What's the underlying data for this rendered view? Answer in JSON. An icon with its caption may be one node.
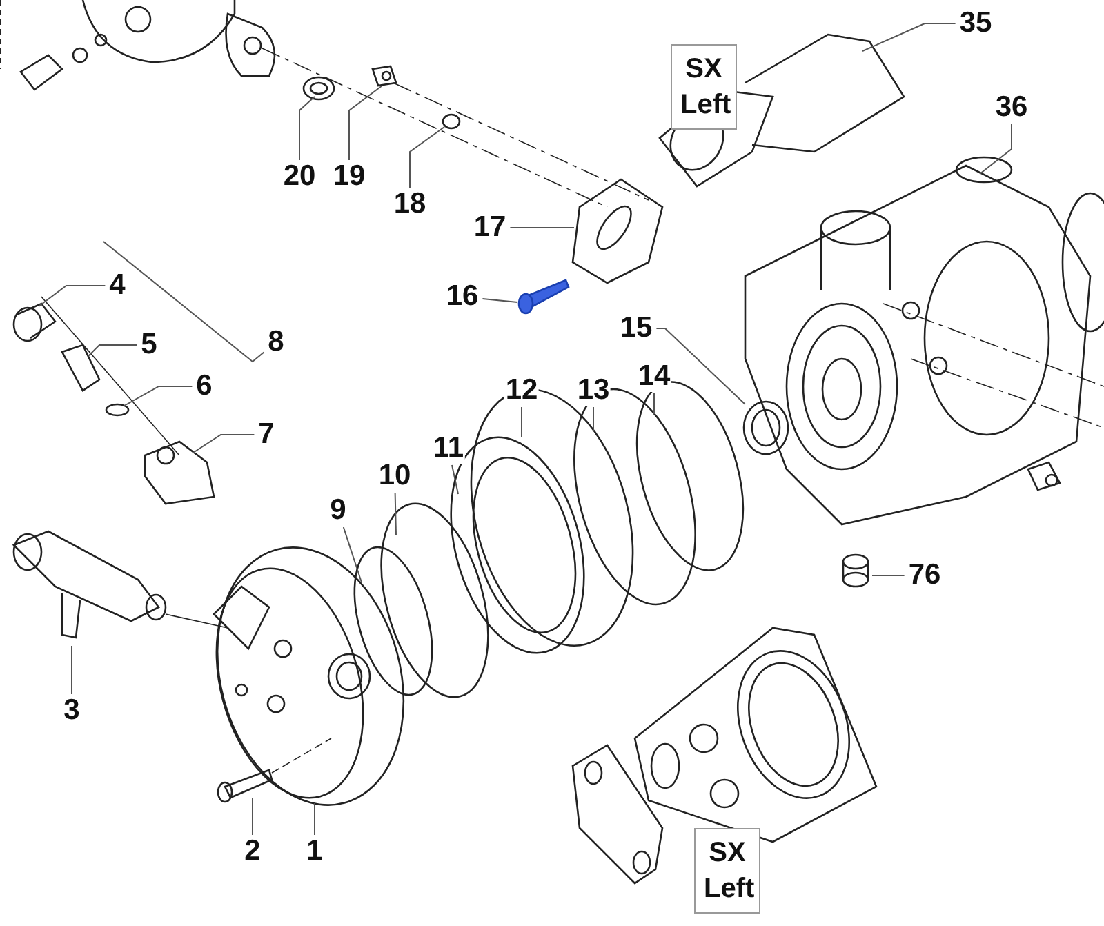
{
  "diagram": {
    "nodes": [
      {
        "text": [
          "SX Left"
        ]
      },
      {
        "text": [
          "35"
        ]
      },
      {
        "text": [
          "20"
        ]
      },
      {
        "text": [
          "19"
        ]
      },
      {
        "text": [
          "36"
        ]
      },
      {
        "text": [
          "18"
        ]
      },
      {
        "text": [
          "17"
        ]
      },
      {
        "text": [
          "4"
        ]
      },
      {
        "text": [
          "16"
        ]
      },
      {
        "text": [
          "15"
        ]
      },
      {
        "text": [
          "8"
        ]
      },
      {
        "text": [
          "5"
        ]
      },
      {
        "text": [
          "6"
        ]
      },
      {
        "text": [
          "12"
        ]
      },
      {
        "text": [
          "13"
        ]
      },
      {
        "text": [
          "14"
        ]
      },
      {
        "text": [
          "7"
        ]
      },
      {
        "text": [
          "11"
        ]
      },
      {
        "text": [
          "10"
        ]
      },
      {
        "text": [
          "9"
        ]
      },
      {
        "text": [
          "76"
        ]
      },
      {
        "text": [
          "3"
        ]
      },
      {
        "text": [
          "2"
        ]
      },
      {
        "text": [
          "1"
        ]
      },
      {
        "text": [
          "SX Left"
        ]
      }
    ],
    "edges": [
      {
        "from": 1,
        "to": null,
        "arrow": "none"
      },
      {
        "from": 2,
        "to": null,
        "arrow": "none"
      },
      {
        "from": 3,
        "to": null,
        "arrow": "none"
      },
      {
        "from": 4,
        "to": null,
        "arrow": "none"
      },
      {
        "from": 5,
        "to": null,
        "arrow": "none"
      },
      {
        "from": 6,
        "to": null,
        "arrow": "none"
      },
      {
        "from": 7,
        "to": null,
        "arrow": "none"
      },
      {
        "from": 8,
        "to": null,
        "arrow": "none"
      },
      {
        "from": 9,
        "to": null,
        "arrow": "none"
      },
      {
        "from": 10,
        "to": null,
        "arrow": "none"
      },
      {
        "from": 11,
        "to": null,
        "arrow": "none"
      },
      {
        "from": 12,
        "to": null,
        "arrow": "none"
      },
      {
        "from": 13,
        "to": null,
        "arrow": "none"
      },
      {
        "from": 14,
        "to": null,
        "arrow": "none"
      },
      {
        "from": 15,
        "to": null,
        "arrow": "none"
      },
      {
        "from": 16,
        "to": null,
        "arrow": "none"
      },
      {
        "from": 17,
        "to": null,
        "arrow": "none"
      },
      {
        "from": 18,
        "to": null,
        "arrow": "none"
      },
      {
        "from": 19,
        "to": null,
        "arrow": "none"
      },
      {
        "from": 20,
        "to": null,
        "arrow": "none"
      },
      {
        "from": 21,
        "to": null,
        "arrow": "none"
      },
      {
        "from": 22,
        "to": null,
        "arrow": "none"
      },
      {
        "from": 23,
        "to": null,
        "arrow": "none"
      }
    ]
  }
}
